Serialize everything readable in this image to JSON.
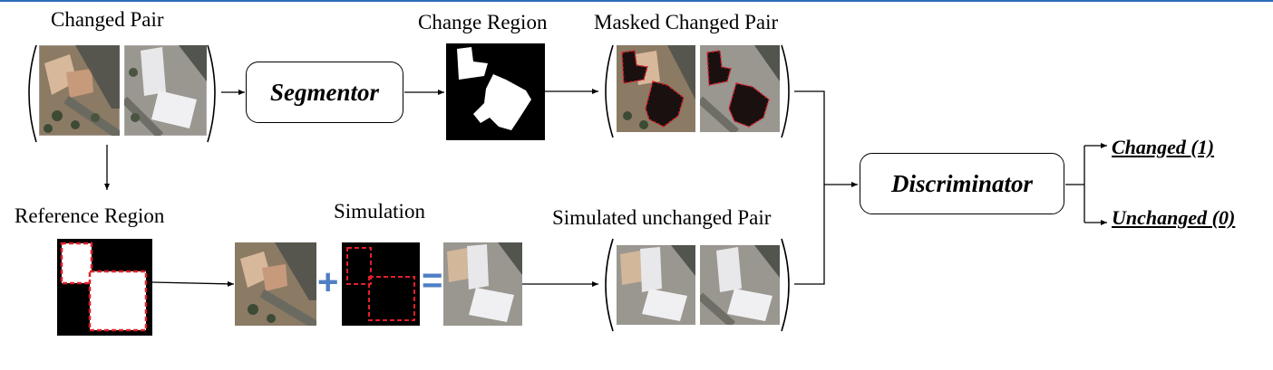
{
  "labels": {
    "changed_pair": "Changed Pair",
    "change_region": "Change Region",
    "masked_changed_pair": "Masked Changed Pair",
    "reference_region": "Reference Region",
    "simulation": "Simulation",
    "simulated_unchanged_pair": "Simulated unchanged Pair"
  },
  "modules": {
    "segmentor": "Segmentor",
    "discriminator": "Discriminator"
  },
  "outputs": {
    "changed": "Changed (1)",
    "unchanged": "Unchanged (0)"
  },
  "operators": {
    "plus": "+",
    "equals": "="
  },
  "colors": {
    "accent_line": "#2f6db5",
    "operator_blue": "#4f7fc4",
    "mask_outline": "#e0202a"
  }
}
